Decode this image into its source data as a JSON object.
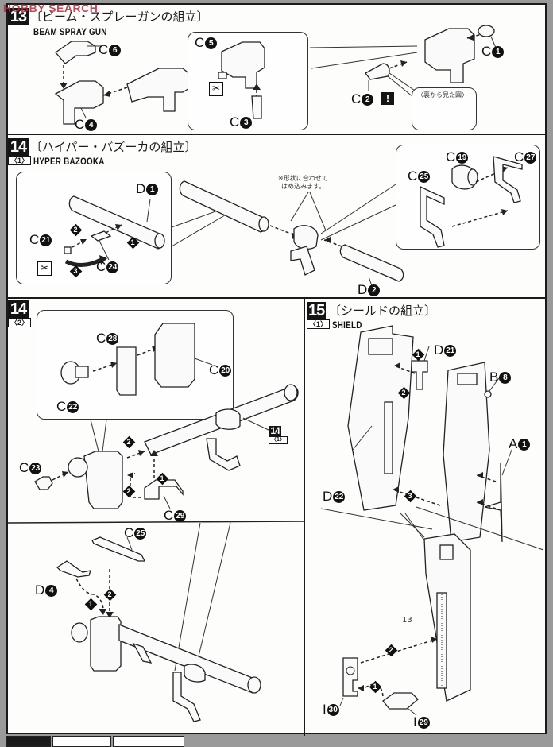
{
  "watermark": "HOBBY SEARCH",
  "steps": {
    "s13": {
      "number": "13",
      "title_jp": "〔ビーム・スプレーガンの組立〕",
      "title_en": "BEAM SPRAY GUN",
      "labels": {
        "c6": {
          "letter": "C",
          "num": "6"
        },
        "c4": {
          "letter": "C",
          "num": "4"
        },
        "c5": {
          "letter": "C",
          "num": "5"
        },
        "c3": {
          "letter": "C",
          "num": "3"
        },
        "c1": {
          "letter": "C",
          "num": "1"
        },
        "c2": {
          "letter": "C",
          "num": "2"
        }
      },
      "warning_mark": "!",
      "back_view_caption": "〈裏から見た図〉"
    },
    "s14_1": {
      "number": "14",
      "sub": "〈1〉",
      "title_jp": "〔ハイパー・バズーカの組立〕",
      "title_en": "HYPER BAZOOKA",
      "labels": {
        "d1": {
          "letter": "D",
          "num": "1"
        },
        "c21": {
          "letter": "C",
          "num": "21"
        },
        "c24": {
          "letter": "C",
          "num": "24"
        },
        "d2": {
          "letter": "D",
          "num": "2"
        },
        "c25": {
          "letter": "C",
          "num": "25"
        },
        "c19": {
          "letter": "C",
          "num": "19"
        },
        "c27": {
          "letter": "C",
          "num": "27"
        }
      },
      "order_marks": [
        "1",
        "2",
        "3"
      ],
      "note_jp_line1": "※形状に合わせて",
      "note_jp_line2": "はめ込みます。"
    },
    "s14_2": {
      "number": "14",
      "sub": "〈2〉",
      "ref_number": "14",
      "ref_sub": "〈1〉",
      "labels": {
        "c28": {
          "letter": "C",
          "num": "28"
        },
        "c20": {
          "letter": "C",
          "num": "20"
        },
        "c22": {
          "letter": "C",
          "num": "22"
        },
        "c23": {
          "letter": "C",
          "num": "23"
        },
        "c29": {
          "letter": "C",
          "num": "29"
        },
        "c25": {
          "letter": "C",
          "num": "25"
        },
        "d4": {
          "letter": "D",
          "num": "4"
        }
      },
      "order_marks": [
        "1",
        "2"
      ]
    },
    "s15_1": {
      "number": "15",
      "sub": "〈1〉",
      "title_jp": "〔シールドの組立〕",
      "title_en": "SHIELD",
      "labels": {
        "d21": {
          "letter": "D",
          "num": "21"
        },
        "b8": {
          "letter": "B",
          "num": "8"
        },
        "a1": {
          "letter": "A",
          "num": "1"
        },
        "d22": {
          "letter": "D",
          "num": "22"
        },
        "i30": {
          "letter": "I",
          "num": "30"
        },
        "i29": {
          "letter": "I",
          "num": "29"
        }
      },
      "order_marks": [
        "1",
        "2",
        "3"
      ],
      "inline_ref": "13"
    }
  },
  "icons": {
    "nipper": "✂"
  }
}
